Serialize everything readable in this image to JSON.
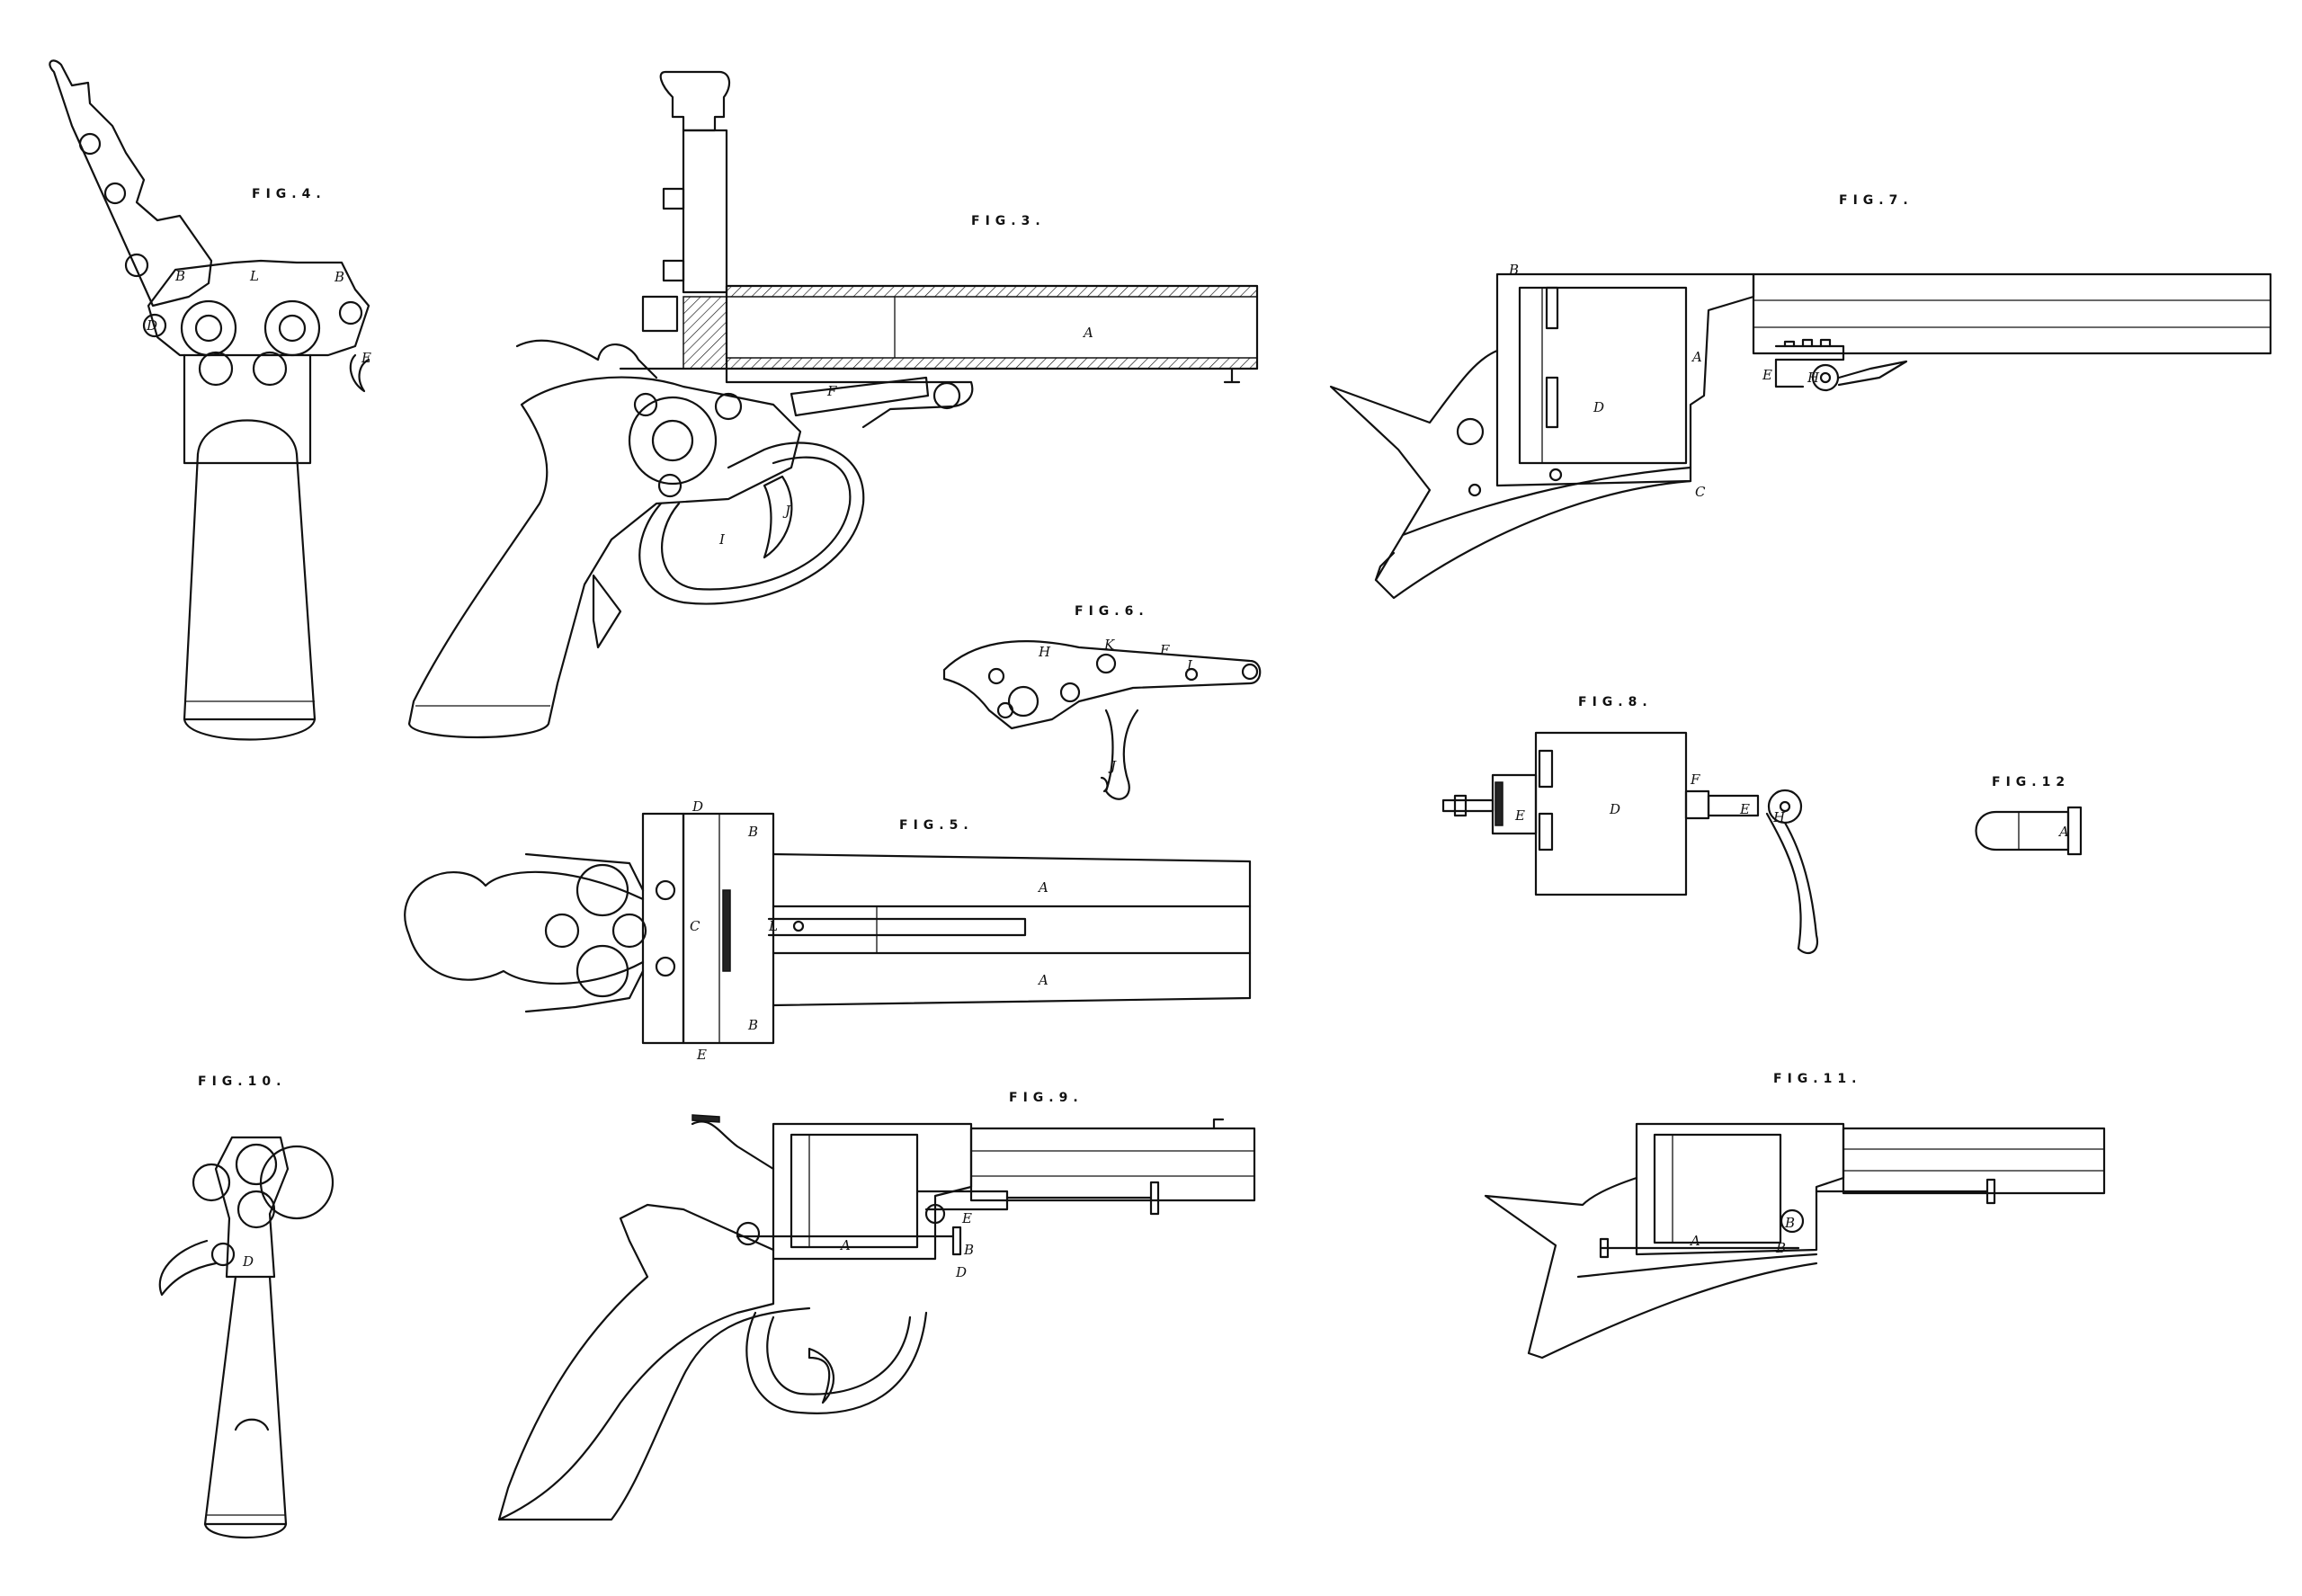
{
  "figures": {
    "fig3": {
      "label": "FIG.3.",
      "letters": [
        "A",
        "F",
        "I",
        "J"
      ]
    },
    "fig4": {
      "label": "FIG.4.",
      "letters": [
        "B",
        "L",
        "B",
        "D",
        "E"
      ]
    },
    "fig5": {
      "label": "FIG.5.",
      "letters": [
        "D",
        "B",
        "A",
        "C",
        "L",
        "A",
        "B",
        "E"
      ]
    },
    "fig6": {
      "label": "FIG.6.",
      "letters": [
        "K",
        "F",
        "H",
        "I",
        "J"
      ]
    },
    "fig7": {
      "label": "FIG.7.",
      "letters": [
        "B",
        "A",
        "D",
        "E",
        "H",
        "C"
      ]
    },
    "fig8": {
      "label": "FIG.8.",
      "letters": [
        "D",
        "F",
        "E",
        "E",
        "H"
      ]
    },
    "fig9": {
      "label": "FIG.9.",
      "letters": [
        "A",
        "E",
        "B",
        "D"
      ]
    },
    "fig10": {
      "label": "FIG.10.",
      "letters": [
        "D"
      ]
    },
    "fig11": {
      "label": "FIG.11.",
      "letters": [
        "A",
        "B",
        "B"
      ]
    },
    "fig12": {
      "label": "FIG.12",
      "letters": [
        "A"
      ]
    }
  }
}
